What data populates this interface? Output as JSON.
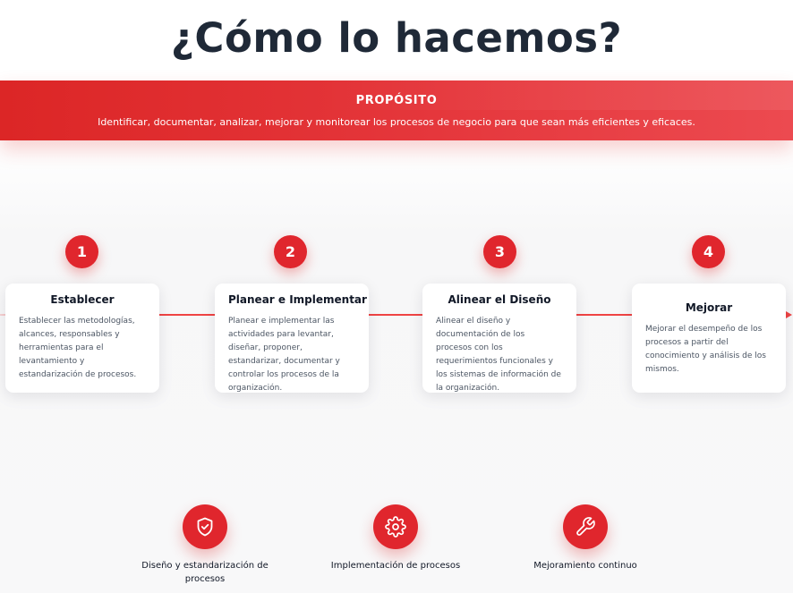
{
  "header": {
    "title": "¿Cómo lo hacemos?"
  },
  "purpose": {
    "title": "PROPÓSITO",
    "text": "Identificar, documentar, analizar, mejorar y monitorear los procesos de negocio para que sean más eficientes y eficaces."
  },
  "steps": [
    {
      "number": "1",
      "title": "Establecer",
      "text": "Establecer las metodologías, alcances, responsables y herramientas para el levantamiento y estandarización de procesos."
    },
    {
      "number": "2",
      "title": "Planear e Implementar",
      "text": "Planear e implementar las actividades para levantar, diseñar, proponer, estandarizar, documentar y controlar los procesos de la organización."
    },
    {
      "number": "3",
      "title": "Alinear el Diseño",
      "text": "Alinear el diseño y documentación de los procesos con los requerimientos funcionales y los sistemas de información de la organización."
    },
    {
      "number": "4",
      "title": "Mejorar",
      "text": "Mejorar el desempeño de los procesos a partir del conocimiento y análisis de los mismos."
    }
  ],
  "features": [
    {
      "icon": "shield-check-icon",
      "label": "Diseño y estandarización de procesos"
    },
    {
      "icon": "gear-icon",
      "label": "Implementación de procesos"
    },
    {
      "icon": "wrench-icon",
      "label": "Mejoramiento continuo"
    }
  ],
  "colors": {
    "accent": "#e0262d",
    "banner_start": "#dc2626",
    "banner_end": "#ec4a50",
    "title_text": "#1f2937"
  }
}
